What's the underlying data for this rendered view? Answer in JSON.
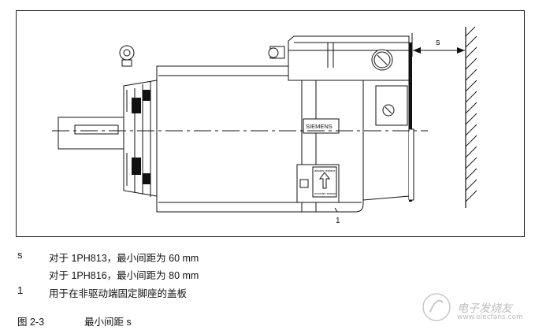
{
  "diagram": {
    "dimension_label": "s",
    "brand_plate": "SIEMENS",
    "notice_line1": "always replace",
    "notice_line2": "encoder sensor",
    "callout_number": "1"
  },
  "legend": [
    {
      "key": "s",
      "text": "对于 1PH813，最小间距为 60 mm"
    },
    {
      "key": "",
      "text": "对于 1PH816，最小间距为 80 mm"
    },
    {
      "key": "1",
      "text": "用于在非驱动端固定脚座的盖板"
    }
  ],
  "caption": {
    "number": "图 2-3",
    "title": "最小间距 s"
  },
  "watermark": {
    "text": "电子发烧友",
    "url": "www.elecfans.com"
  }
}
